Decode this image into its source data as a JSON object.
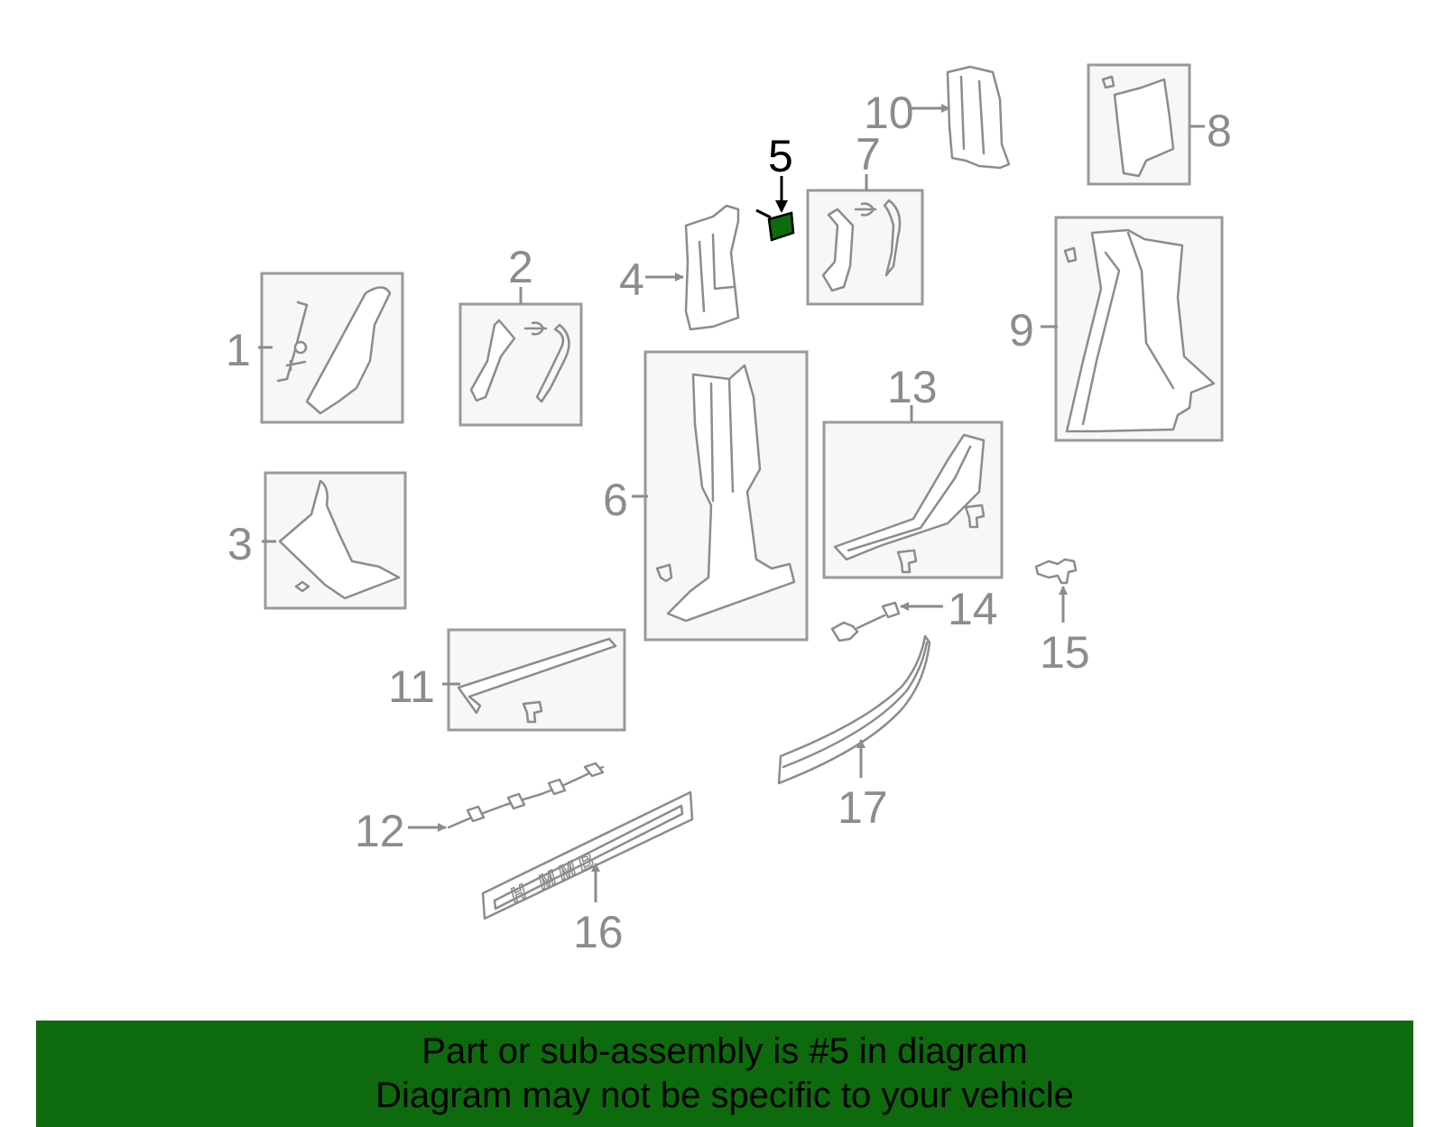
{
  "callouts": [
    {
      "id": 1,
      "label": "1"
    },
    {
      "id": 2,
      "label": "2"
    },
    {
      "id": 3,
      "label": "3"
    },
    {
      "id": 4,
      "label": "4"
    },
    {
      "id": 5,
      "label": "5",
      "highlighted": true
    },
    {
      "id": 6,
      "label": "6"
    },
    {
      "id": 7,
      "label": "7"
    },
    {
      "id": 8,
      "label": "8"
    },
    {
      "id": 9,
      "label": "9"
    },
    {
      "id": 10,
      "label": "10"
    },
    {
      "id": 11,
      "label": "11"
    },
    {
      "id": 12,
      "label": "12"
    },
    {
      "id": 13,
      "label": "13"
    },
    {
      "id": 14,
      "label": "14"
    },
    {
      "id": 15,
      "label": "15"
    },
    {
      "id": 16,
      "label": "16"
    },
    {
      "id": 17,
      "label": "17"
    }
  ],
  "sill_plate_emblem": "H MMB",
  "footer": {
    "line1": "Part or sub-assembly is #5 in diagram",
    "line2": "Diagram may not be specific to your vehicle"
  },
  "colors": {
    "highlight_part": "#0d6b0d",
    "footer_background": "#0d6b0d",
    "line_gray": "#8c8c8c"
  }
}
